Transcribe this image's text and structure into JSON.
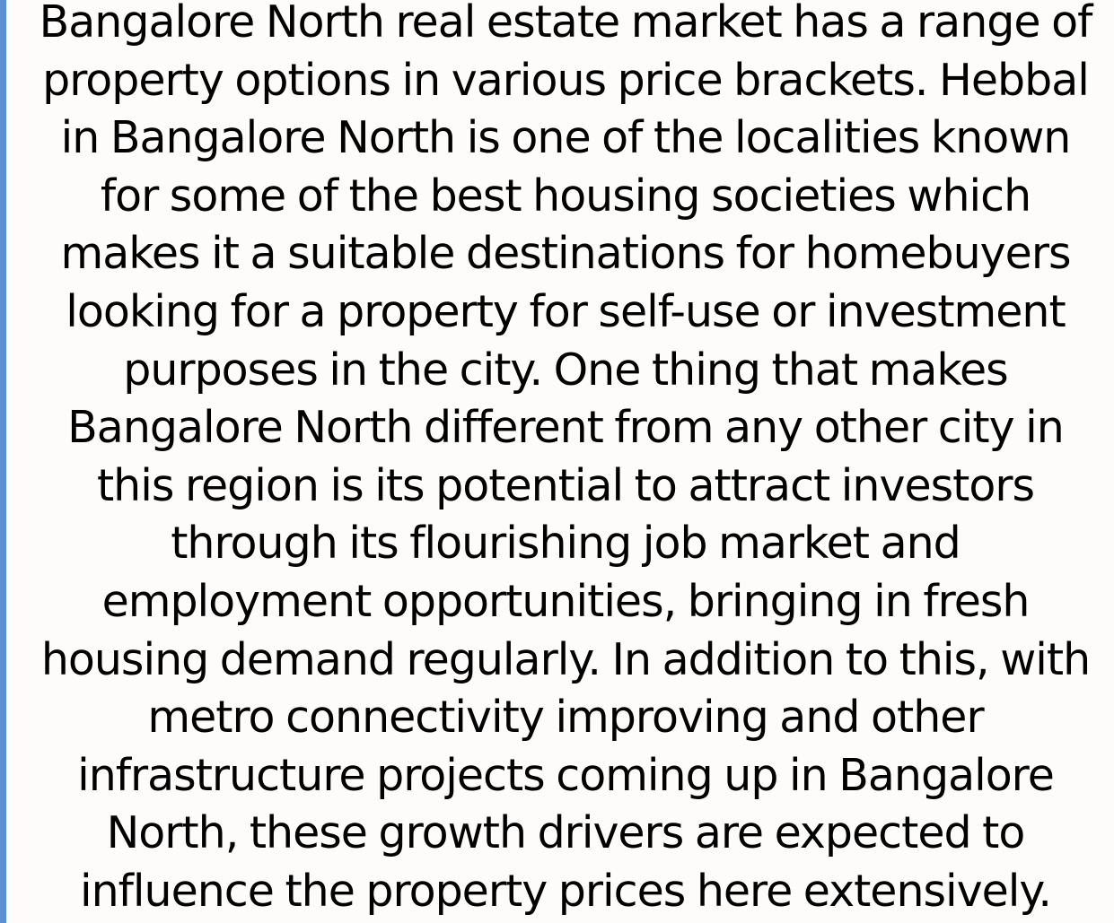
{
  "accent_bar_color": "#5b8fcf",
  "paragraph": {
    "lines": [
      "Bangalore North real estate market has a range of",
      "property options in various price brackets. Hebbal",
      "in Bangalore North is one of the localities known",
      "for some of the best housing societies which",
      "makes it a suitable destinations for homebuyers",
      "looking for a property for self-use or investment",
      "purposes in the city. One thing that makes",
      "Bangalore North different from any other city in",
      "this region is its potential to attract investors",
      "through its flourishing job market and",
      "employment opportunities, bringing in fresh",
      "housing demand regularly. In addition to this, with",
      "metro connectivity improving and other",
      "infrastructure projects coming up in Bangalore",
      "North, these growth drivers are expected to",
      "influence the property prices here extensively."
    ]
  }
}
